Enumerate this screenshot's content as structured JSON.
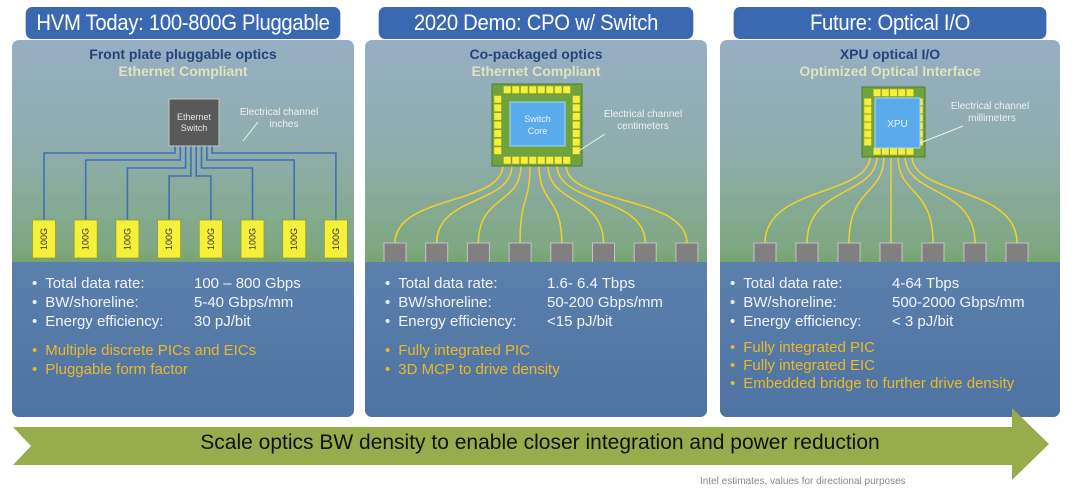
{
  "panels": [
    {
      "title": "HVM Today: 100-800G Pluggable",
      "subtitle": "Front plate pluggable optics",
      "compliance": "Ethernet Compliant",
      "chip_label_line1": "Ethernet",
      "chip_label_line2": "Switch",
      "channel_label_line1": "Electrical channel",
      "channel_label_line2": "inches",
      "module_label": "100G",
      "module_count": 8,
      "stats": [
        {
          "label": "Total data rate:",
          "value": "100 – 800 Gbps"
        },
        {
          "label": "BW/shoreline:",
          "value": "5-40 Gbps/mm"
        },
        {
          "label": "Energy efficiency:",
          "value": "30 pJ/bit"
        }
      ],
      "notes": [
        "Multiple discrete PICs and EICs",
        "Pluggable form factor"
      ]
    },
    {
      "title": "2020 Demo: CPO w/ Switch",
      "subtitle": "Co-packaged optics",
      "compliance": "Ethernet Compliant",
      "chip_label_line1": "Switch",
      "chip_label_line2": "Core",
      "channel_label_line1": "Electrical channel",
      "channel_label_line2": "centimeters",
      "module_count": 8,
      "stats": [
        {
          "label": "Total data rate:",
          "value": "1.6- 6.4 Tbps"
        },
        {
          "label": "BW/shoreline:",
          "value": "50-200 Gbps/mm"
        },
        {
          "label": "Energy efficiency:",
          "value": "<15 pJ/bit"
        }
      ],
      "notes": [
        "Fully integrated PIC",
        "3D MCP to drive density"
      ]
    },
    {
      "title": "Future: Optical I/O",
      "subtitle": "XPU optical I/O",
      "compliance": "Optimized Optical Interface",
      "chip_label_line1": "XPU",
      "channel_label_line1": "Electrical channel",
      "channel_label_line2": "millimeters",
      "module_count": 7,
      "stats": [
        {
          "label": "Total data rate:",
          "value": "4-64 Tbps"
        },
        {
          "label": "BW/shoreline:",
          "value": "500-2000 Gbps/mm"
        },
        {
          "label": "Energy efficiency:",
          "value": "< 3 pJ/bit"
        }
      ],
      "notes": [
        "Fully integrated PIC",
        "Fully integrated EIC",
        "Embedded bridge to further drive density"
      ]
    }
  ],
  "arrow_text": "Scale optics BW density to enable closer integration and power reduction",
  "footnote": "Intel estimates, values for directional purposes",
  "colors": {
    "header": "#3a69b2",
    "module_yellow": "#f5f03a",
    "fiber_yellow": "#f2d22a",
    "trace_blue": "#3f6fb6",
    "arrow_green": "#97ad4c",
    "chip_blue": "#5aabec",
    "chip_green": "#6fa33e",
    "switch_gray": "#595959",
    "optic_gray": "#808080",
    "note_yellow": "#eab92a"
  }
}
